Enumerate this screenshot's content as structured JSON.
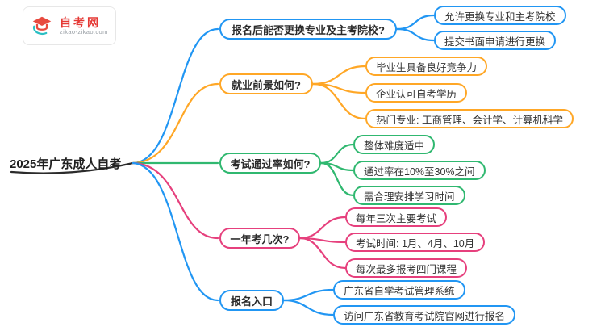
{
  "logo": {
    "title": "自考网",
    "subtitle": "zikao-zikao.com",
    "brand_color": "#e53935",
    "accent_color": "#2bbfc4"
  },
  "root": {
    "label": "2025年广东成人自考",
    "line_color": "#2b2b2b"
  },
  "branches": [
    {
      "label": "报名后能否更换专业及主考院校?",
      "color": "#2196f3",
      "children": [
        "允许更换专业和主考院校",
        "提交书面申请进行更换"
      ]
    },
    {
      "label": "就业前景如何?",
      "color": "#ffa726",
      "children": [
        "毕业生具备良好竞争力",
        "企业认可自考学历",
        "热门专业: 工商管理、会计学、计算机科学"
      ]
    },
    {
      "label": "考试通过率如何?",
      "color": "#30b870",
      "children": [
        "整体难度适中",
        "通过率在10%至30%之间",
        "需合理安排学习时间"
      ]
    },
    {
      "label": "一年考几次?",
      "color": "#e6407d",
      "children": [
        "每年三次主要考试",
        "考试时间: 1月、4月、10月",
        "每次最多报考四门课程"
      ]
    },
    {
      "label": "报名入口",
      "color": "#2196f3",
      "children": [
        "广东省自学考试管理系统",
        "访问广东省教育考试院官网进行报名"
      ]
    }
  ]
}
